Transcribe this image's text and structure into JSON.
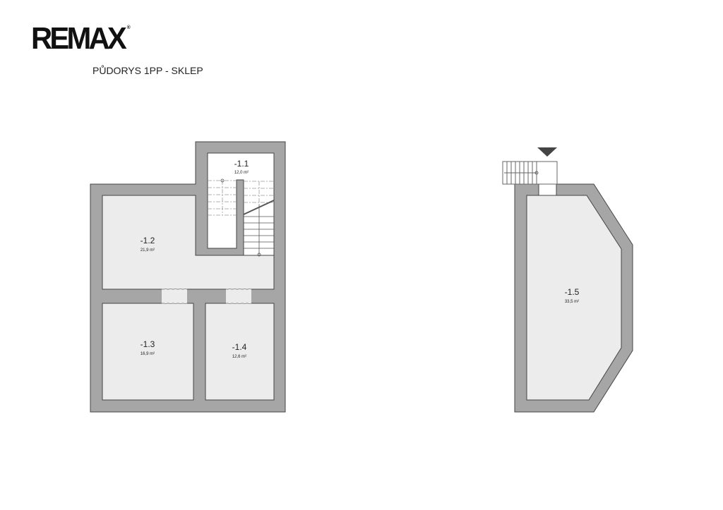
{
  "logo": {
    "text": "RE/MAX",
    "mark": "®"
  },
  "title": "PŮDORYS 1PP - SKLEP",
  "rooms": [
    {
      "id": "-1.1",
      "area": "12,0 m²"
    },
    {
      "id": "-1.2",
      "area": "21,9 m²"
    },
    {
      "id": "-1.3",
      "area": "16,9 m²"
    },
    {
      "id": "-1.4",
      "area": "12,6 m²"
    },
    {
      "id": "-1.5",
      "area": "33,5 m²"
    }
  ],
  "colors": {
    "wall": "#a6a6a6",
    "room": "#ececec",
    "line": "#444444"
  }
}
